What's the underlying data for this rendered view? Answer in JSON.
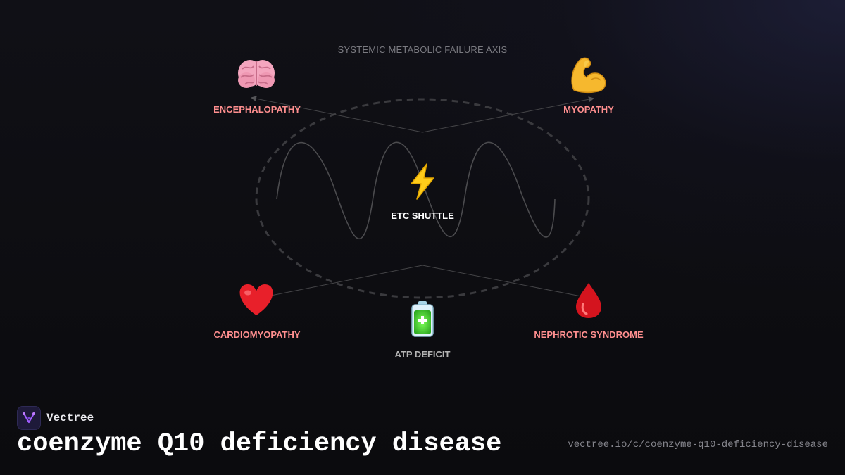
{
  "diagram": {
    "title": "SYSTEMIC METABOLIC FAILURE AXIS",
    "center": {
      "label": "ETC SHUTTLE",
      "icon": "lightning-bolt-icon",
      "color": "#ffffff"
    },
    "nodes": [
      {
        "id": "encephalopathy",
        "label": "ENCEPHALOPATHY",
        "icon": "brain-icon",
        "color": "#ff8f8f"
      },
      {
        "id": "myopathy",
        "label": "MYOPATHY",
        "icon": "flexed-bicep-icon",
        "color": "#ff8f8f"
      },
      {
        "id": "cardiomyopathy",
        "label": "CARDIOMYOPATHY",
        "icon": "heart-icon",
        "color": "#ff8f8f"
      },
      {
        "id": "atp-deficit",
        "label": "ATP DEFICIT",
        "icon": "battery-icon",
        "color": "#b4b4b4"
      },
      {
        "id": "nephrotic-syndrome",
        "label": "NEPHROTIC SYNDROME",
        "icon": "blood-drop-icon",
        "color": "#ff8f8f"
      }
    ]
  },
  "footer": {
    "brand": "Vectree",
    "title": "coenzyme Q10 deficiency disease",
    "url": "vectree.io/c/coenzyme-q10-deficiency-disease"
  }
}
